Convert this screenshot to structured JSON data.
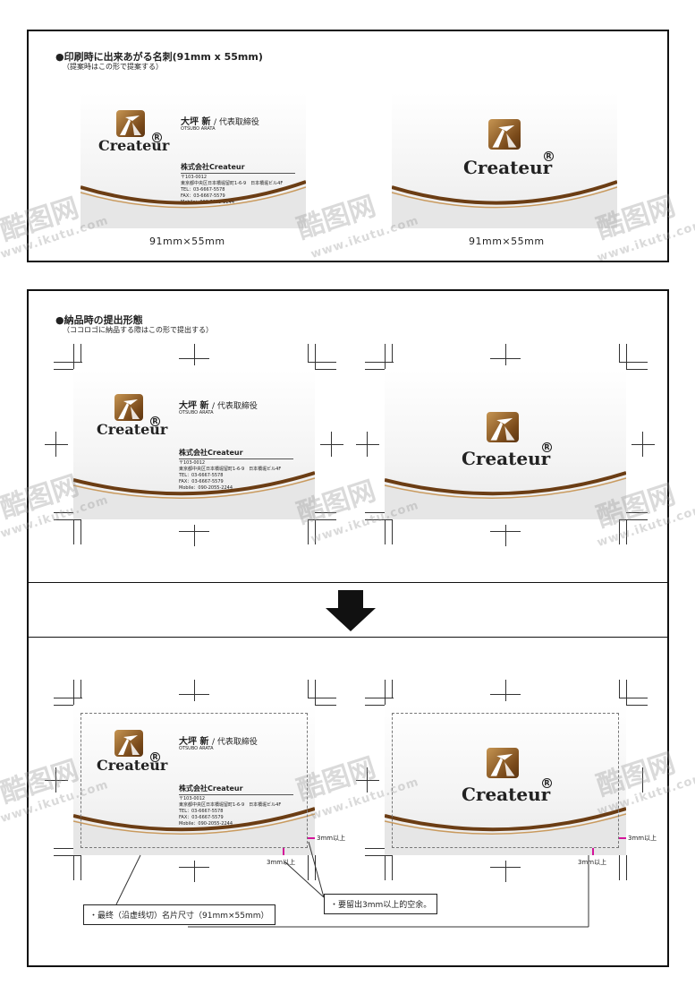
{
  "section1": {
    "title": "●印刷時に出来あがる名刺(91mm x 55mm)",
    "subtitle": "（提案時はこの形で提案する）",
    "dim_label": "91mm×55mm"
  },
  "section2": {
    "title": "●納品時の提出形態",
    "subtitle": "（ココロゴに納品する際はこの形で提出する）"
  },
  "card": {
    "brand": "Createur",
    "name": "大坪 新",
    "role": "/ 代表取締役",
    "name_en": "OTSUBO ARATA",
    "company": "株式会社Createur",
    "info": [
      "〒103-0012",
      "東京都中央区日本橋堀留町1-6-9　日本橋堀ビル4F",
      "TEL：03-6667-5578",
      "FAX：03-6667-5579",
      "Mobile：090-2055-2244"
    ],
    "reg": "R"
  },
  "bleed": {
    "label": "3mm以上"
  },
  "callouts": {
    "final_size": "・最终（沿虚线切）名片尺寸（91mm×55mm）",
    "margin": "・要留出3mm以上的空余。"
  },
  "watermark": {
    "big": "酷图网",
    "small": "www.ikutu.com"
  },
  "colors": {
    "brown_dark": "#6b3d14",
    "brown_light": "#c99a5e",
    "magenta": "#d4149a"
  }
}
